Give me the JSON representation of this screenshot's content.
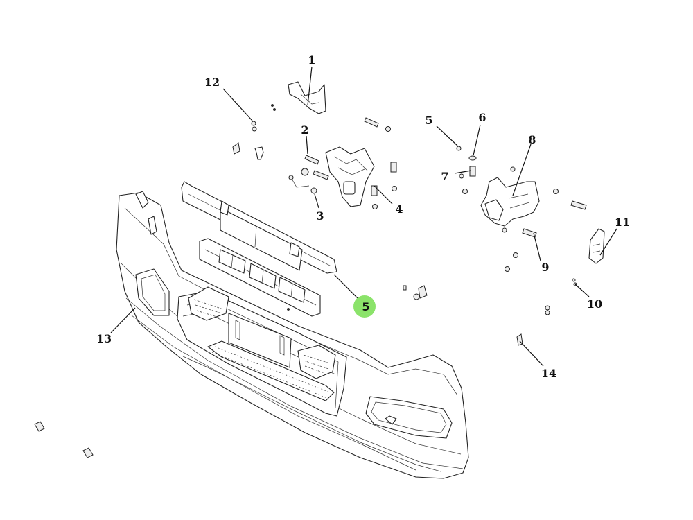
{
  "diagram": {
    "type": "exploded-parts-view",
    "callouts": [
      {
        "label": "1"
      },
      {
        "label": "2"
      },
      {
        "label": "3"
      },
      {
        "label": "4"
      },
      {
        "label": "5"
      },
      {
        "label": "6"
      },
      {
        "label": "7"
      },
      {
        "label": "8"
      },
      {
        "label": "9"
      },
      {
        "label": "10"
      },
      {
        "label": "11"
      },
      {
        "label": "12"
      },
      {
        "label": "13"
      },
      {
        "label": "14"
      },
      {
        "label": "5",
        "highlighted": true
      }
    ],
    "highlight_color": "#7ee05a"
  }
}
